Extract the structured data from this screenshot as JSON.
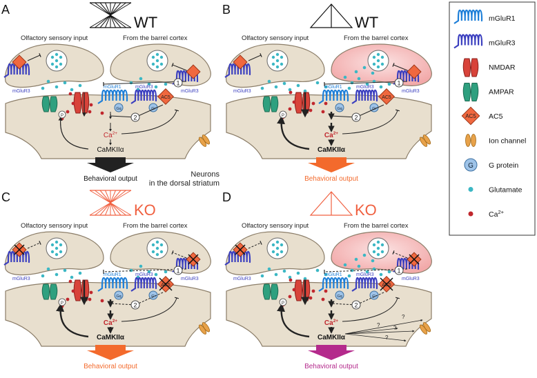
{
  "panels": [
    {
      "letter": "A",
      "genotype": "WT"
    },
    {
      "letter": "B",
      "genotype": "WT"
    },
    {
      "letter": "C",
      "genotype": "KO"
    },
    {
      "letter": "D",
      "genotype": "KO"
    }
  ],
  "labels": {
    "olfactory": "Olfactory sensory input",
    "barrel": "From the barrel cortex",
    "mglur1": "mGluR1",
    "mglur3": "mGluR3",
    "ac5": "AC5",
    "gq": "Gq",
    "gi": "Gi",
    "p": "P",
    "ca": "Ca",
    "ca_sup": "2+",
    "camk": "CaMKIIα",
    "behavior": "Behavioral output",
    "step1": "1",
    "step2": "2",
    "question": "?",
    "neurons_line1": "Neurons",
    "neurons_line2": "in the dorsal striatum"
  },
  "legend": [
    {
      "icon": "mglur1-icon",
      "label": "mGluR1"
    },
    {
      "icon": "mglur3-icon",
      "label": "mGluR3"
    },
    {
      "icon": "nmdar-icon",
      "label": "NMDAR"
    },
    {
      "icon": "ampar-icon",
      "label": "AMPAR"
    },
    {
      "icon": "ac5-icon",
      "label": "AC5"
    },
    {
      "icon": "ion-channel-icon",
      "label": "Ion channel"
    },
    {
      "icon": "g-protein-icon",
      "label": "G protein"
    },
    {
      "icon": "glutamate-icon",
      "label": "Glutamate"
    },
    {
      "icon": "calcium-icon",
      "label": "Ca",
      "sup": "2+"
    }
  ],
  "legend_g": "G",
  "colors": {
    "cell": "#e8dfce",
    "cell_stroke": "#8b7d68",
    "mglur1": "#1e7fd8",
    "mglur3": "#3b3fbf",
    "nmdar": "#d8433a",
    "ampar": "#2fa07f",
    "ac5": "#f0683f",
    "ion": "#e8a24a",
    "gprotein": "#9ec3e8",
    "glutamate": "#3bb7c4",
    "calcium": "#c0272d",
    "ko": "#f06040",
    "arrow_black": "#222222",
    "arrow_orange": "#f36a2c",
    "arrow_magenta": "#b42a8c",
    "highlight": "#f8c8c8"
  }
}
